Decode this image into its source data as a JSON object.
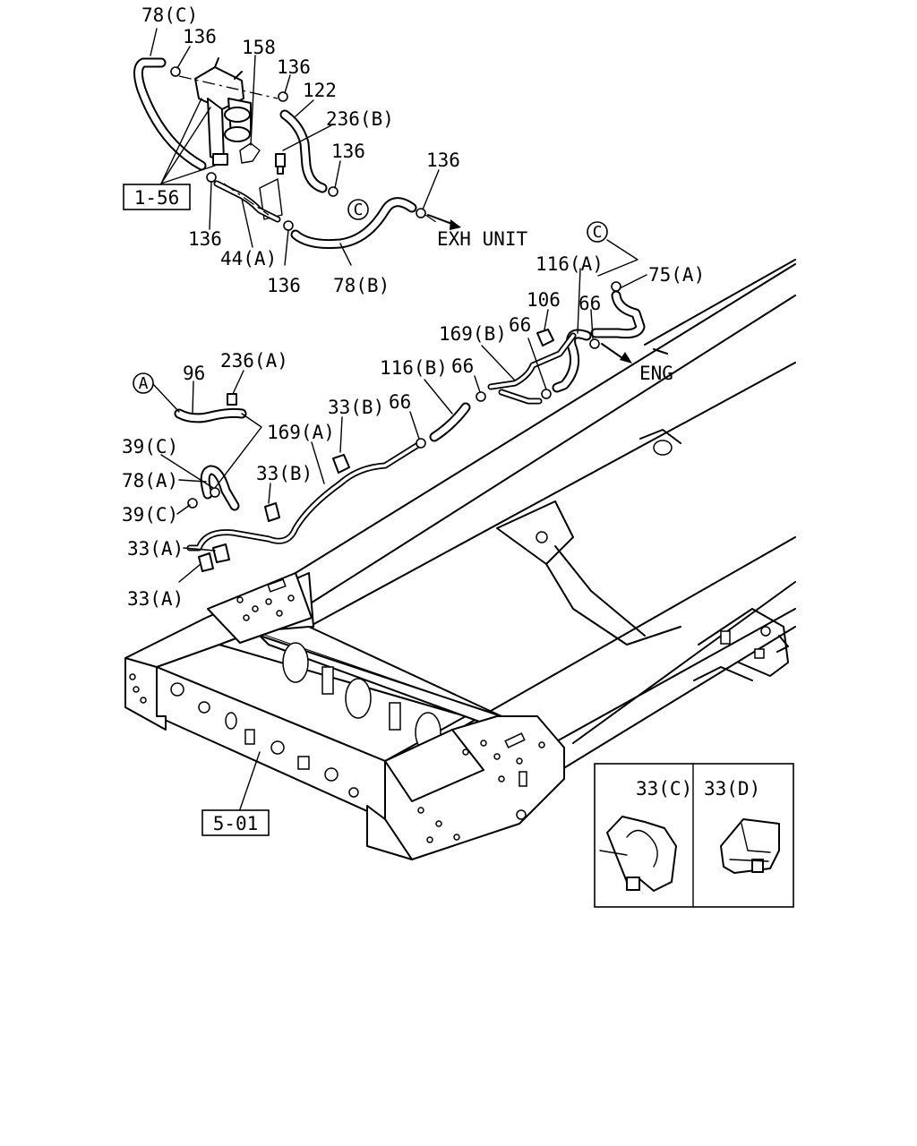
{
  "labels": {
    "l78c": "78(C)",
    "l136a": "136",
    "l158": "158",
    "l136b": "136",
    "l122": "122",
    "l236b": "236(B)",
    "l136c": "136",
    "l136d": "136",
    "l156": "1-56",
    "l136e": "136",
    "l44a": "44(A)",
    "l136f": "136",
    "l78b": "78(B)",
    "exh_unit": "EXH UNIT",
    "circ_c_top": "C",
    "circ_c_right": "C",
    "l116a": "116(A)",
    "l75a": "75(A)",
    "l106": "106",
    "l66a": "66",
    "l169b": "169(B)",
    "l66b": "66",
    "eng": "ENG",
    "l116b": "116(B)",
    "l66c": "66",
    "circ_a": "A",
    "l96": "96",
    "l236a": "236(A)",
    "l33b_top": "33(B)",
    "l66d": "66",
    "l169a": "169(A)",
    "l39c_top": "39(C)",
    "l33b_mid": "33(B)",
    "l78a": "78(A)",
    "l39c_bot": "39(C)",
    "l33a_top": "33(A)",
    "l33a_bot": "33(A)",
    "l501": "5-01",
    "l33c": "33(C)",
    "l33d": "33(D)"
  }
}
